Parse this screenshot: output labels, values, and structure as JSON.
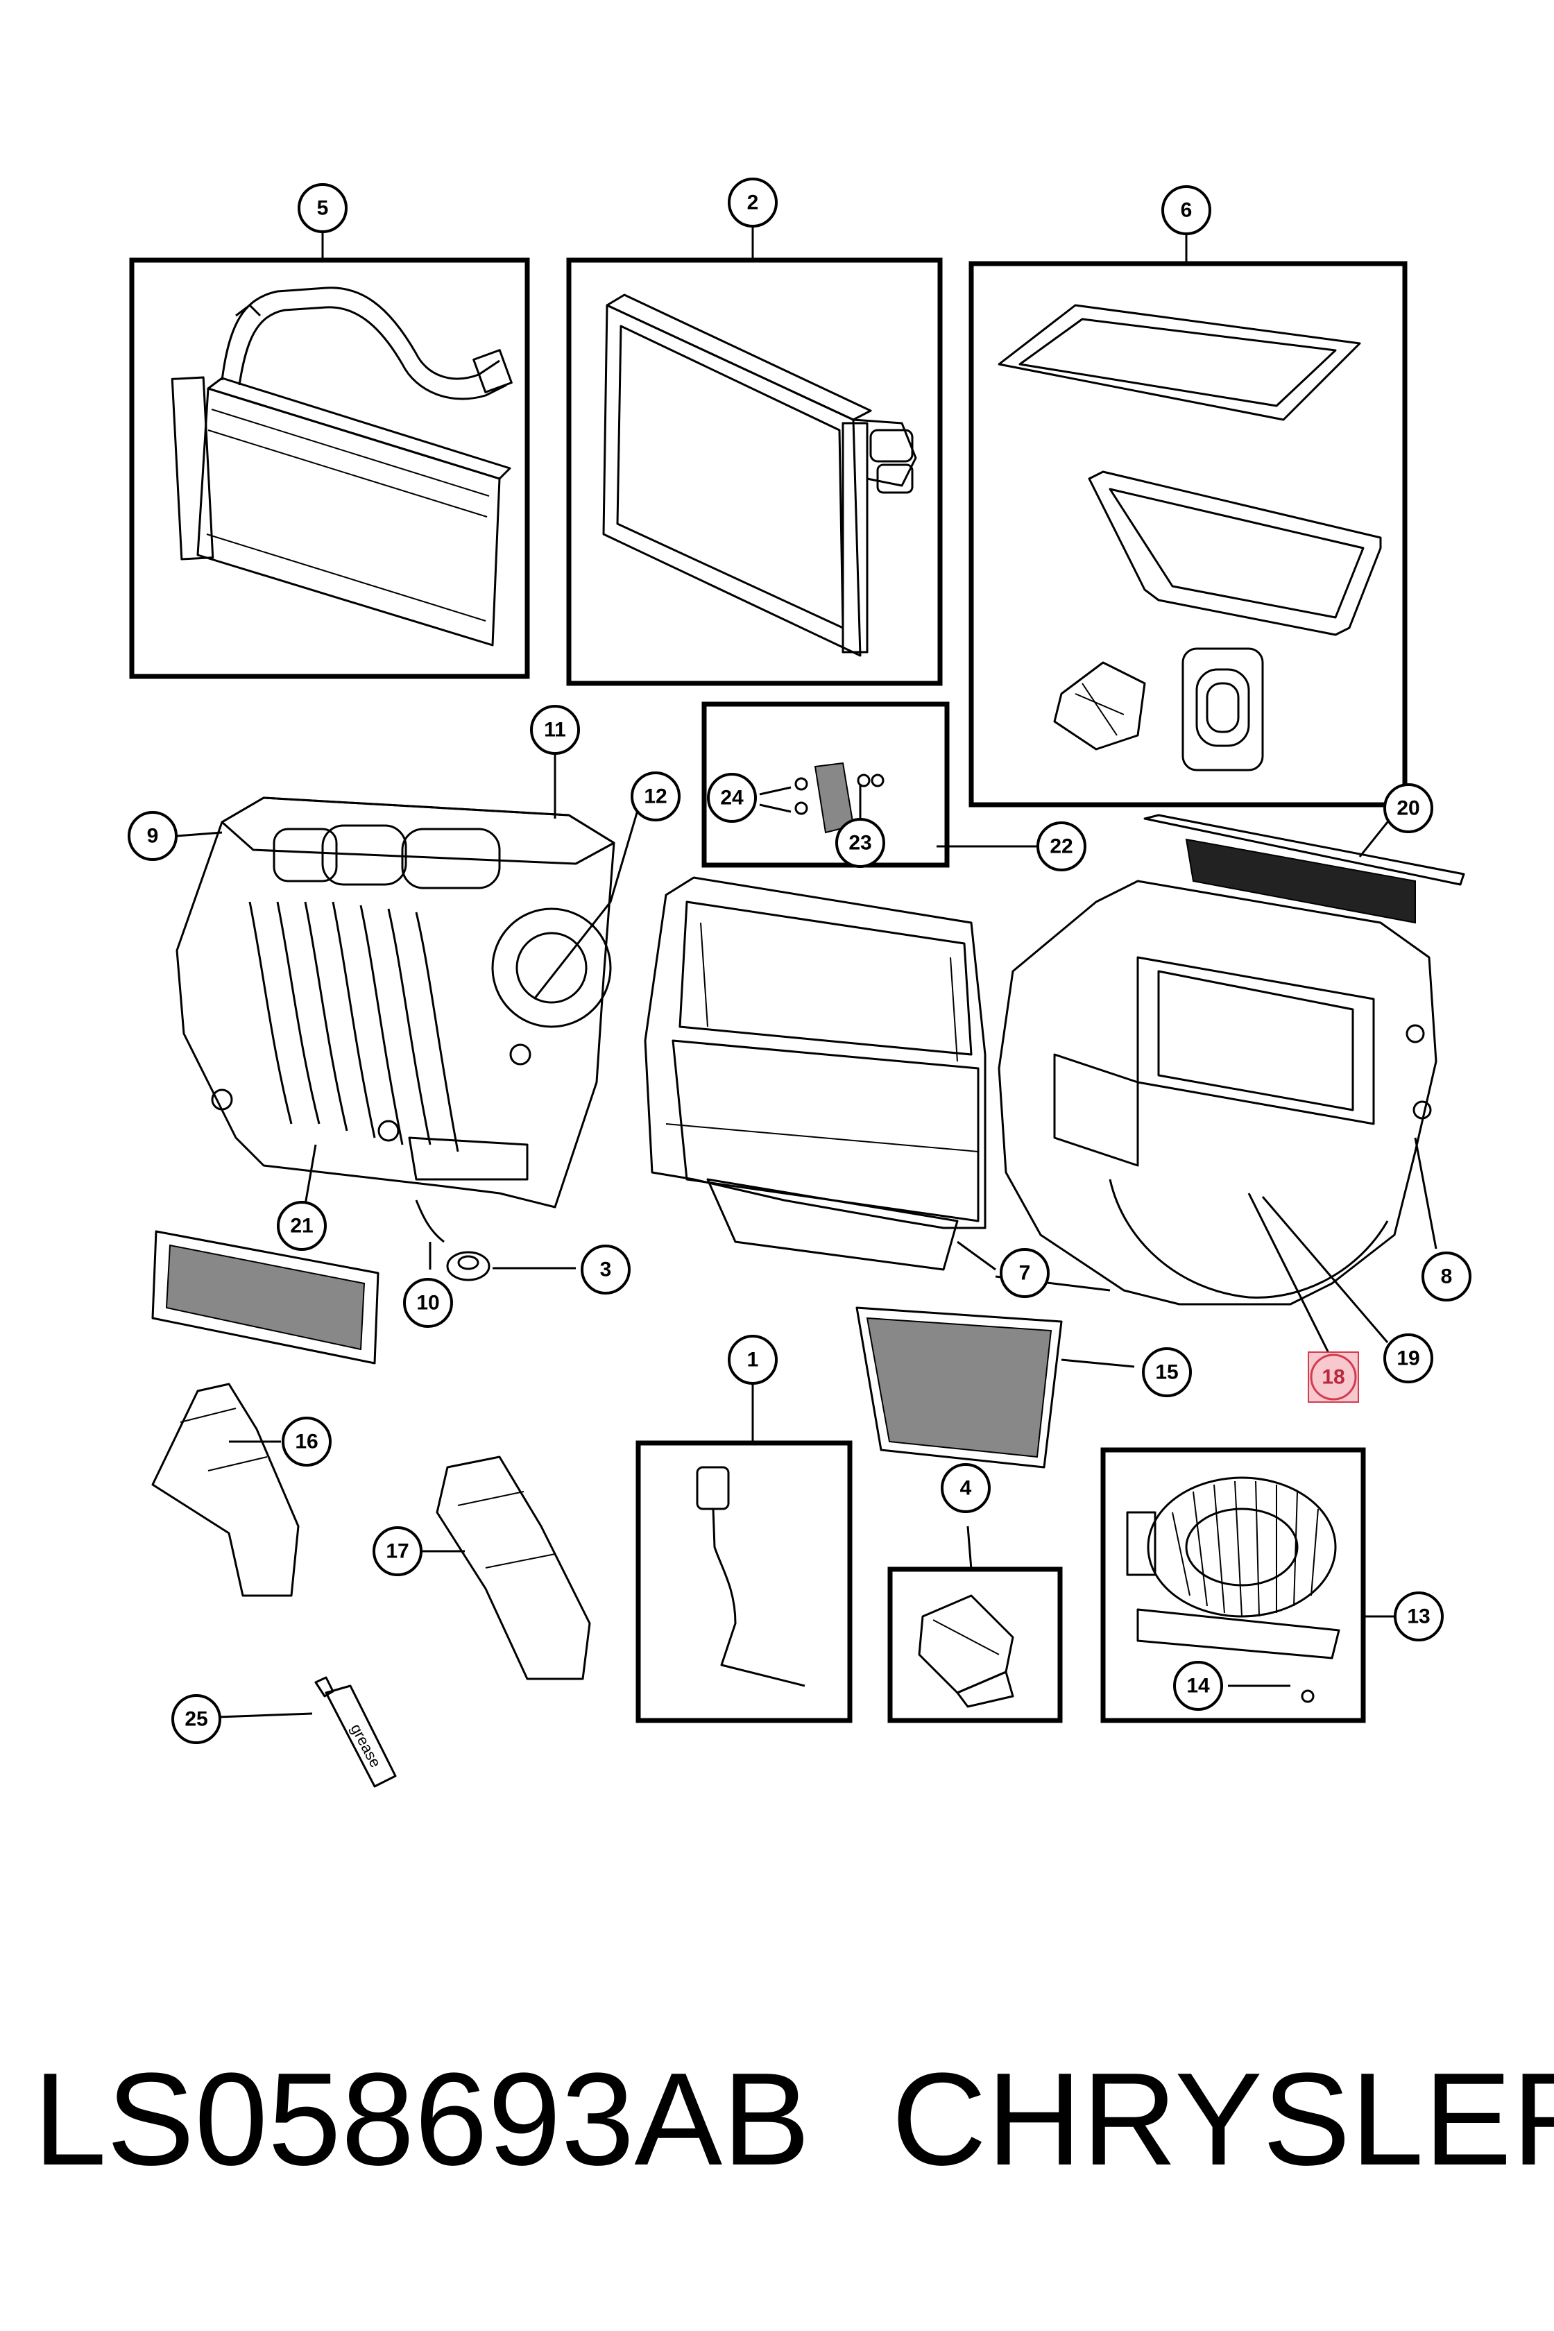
{
  "callouts": {
    "c1": "1",
    "c2": "2",
    "c3": "3",
    "c4": "4",
    "c5": "5",
    "c6": "6",
    "c7": "7",
    "c8": "8",
    "c9": "9",
    "c10": "10",
    "c11": "11",
    "c12": "12",
    "c13": "13",
    "c14": "14",
    "c15": "15",
    "c16": "16",
    "c17": "17",
    "c18": "18",
    "c19": "19",
    "c20": "20",
    "c21": "21",
    "c22": "22",
    "c23": "23",
    "c24": "24",
    "c25": "25"
  },
  "highlighted_callout": "18",
  "grease_tube_label": "grease",
  "footer": {
    "part_number": "LS058693AB",
    "brand": "CHRYSLER"
  }
}
